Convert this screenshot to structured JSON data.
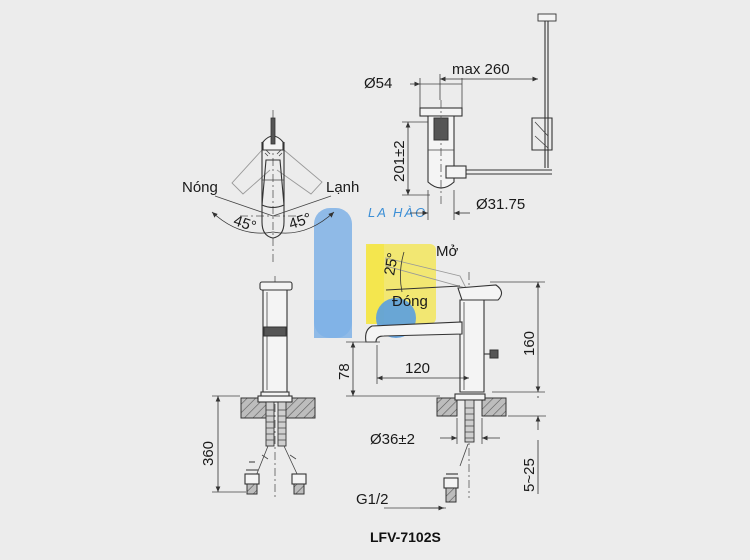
{
  "labels": {
    "hot": "Nóng",
    "cold": "Lạnh",
    "angle_left": "45°",
    "angle_right": "45°",
    "open": "Mở",
    "close": "Đóng",
    "open_angle": "25°"
  },
  "dimensions": {
    "drain_diameter": "Ø54",
    "max_length": "max 260",
    "drain_height": "201±2",
    "rod_diameter": "Ø31.75",
    "total_height": "160",
    "spout_height": "78",
    "spout_reach": "120",
    "base_diameter": "Ø36±2",
    "hose_length": "360",
    "thread": "G1/2",
    "counter_thickness": "5~25"
  },
  "watermark": "LA HÀO",
  "model": "LFV-7102S",
  "colors": {
    "background": "#ececec",
    "line": "#333333",
    "watermark_blue": "#3c8fd6",
    "watermark_yellow": "#f4e64a"
  }
}
